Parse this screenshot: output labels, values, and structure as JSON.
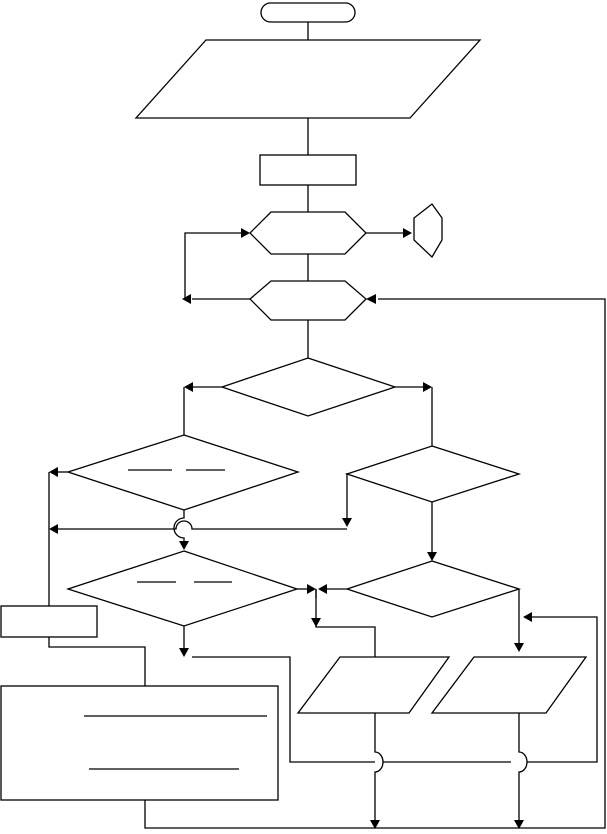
{
  "diagram": {
    "type": "flowchart",
    "background_color": "#ffffff",
    "stroke_color": "#000000",
    "nodes": [
      {
        "id": "start",
        "shape": "terminator",
        "text": ""
      },
      {
        "id": "input-1",
        "shape": "parallelogram",
        "text": ""
      },
      {
        "id": "process-1",
        "shape": "rectangle",
        "text": ""
      },
      {
        "id": "loop-1",
        "shape": "hexagon",
        "text": ""
      },
      {
        "id": "offpage-connector",
        "shape": "pentagon",
        "text": ""
      },
      {
        "id": "loop-2",
        "shape": "hexagon",
        "text": ""
      },
      {
        "id": "decision-1",
        "shape": "diamond",
        "text": ""
      },
      {
        "id": "decision-2",
        "shape": "diamond",
        "text": ""
      },
      {
        "id": "decision-3",
        "shape": "diamond",
        "text": ""
      },
      {
        "id": "decision-4",
        "shape": "diamond",
        "text": ""
      },
      {
        "id": "decision-5",
        "shape": "diamond",
        "text": ""
      },
      {
        "id": "process-2",
        "shape": "rectangle",
        "text": ""
      },
      {
        "id": "output-block",
        "shape": "rectangle",
        "text": ""
      },
      {
        "id": "io-2",
        "shape": "parallelogram",
        "text": ""
      },
      {
        "id": "io-3",
        "shape": "parallelogram",
        "text": ""
      }
    ]
  }
}
